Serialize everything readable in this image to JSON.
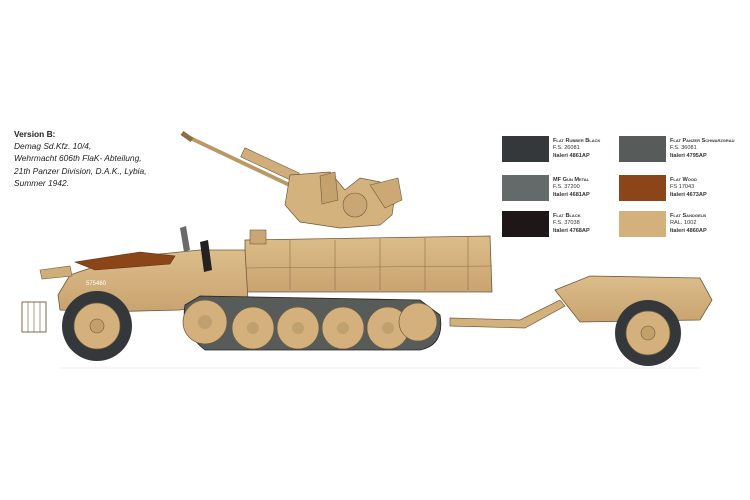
{
  "version": {
    "title": "Version B:",
    "lines": [
      "Demag Sd.Kfz. 10/4,",
      "Wehrmacht 606th FlaK- Abteilung,",
      "21th Panzer Division, D.A.K., Lybia,",
      "Summer 1942."
    ]
  },
  "vehicle_marking": "575460",
  "colors": [
    {
      "name": "Flat Rubber Black",
      "code": "F.S. 26081",
      "ref": "Italeri 4861AP",
      "hex": "#35383a"
    },
    {
      "name": "Flat Panzer Schwarzgrau",
      "code": "F.S. 36081",
      "ref": "Italeri 4795AP",
      "hex": "#575c5b"
    },
    {
      "name": "MF Gun Metal",
      "code": "F.S. 37200",
      "ref": "Italeri 4681AP",
      "hex": "#646969"
    },
    {
      "name": "Flat Wood",
      "code": "FS 17043",
      "ref": "Italeri 4673AP",
      "hex": "#8c4419"
    },
    {
      "name": "Flat Black",
      "code": "F.S. 37038",
      "ref": "Italeri 4768AP",
      "hex": "#1e1617"
    },
    {
      "name": "Flat Sandgelb",
      "code": "RAL. 1002",
      "ref": "Italeri 4860AP",
      "hex": "#d4b17c"
    }
  ]
}
